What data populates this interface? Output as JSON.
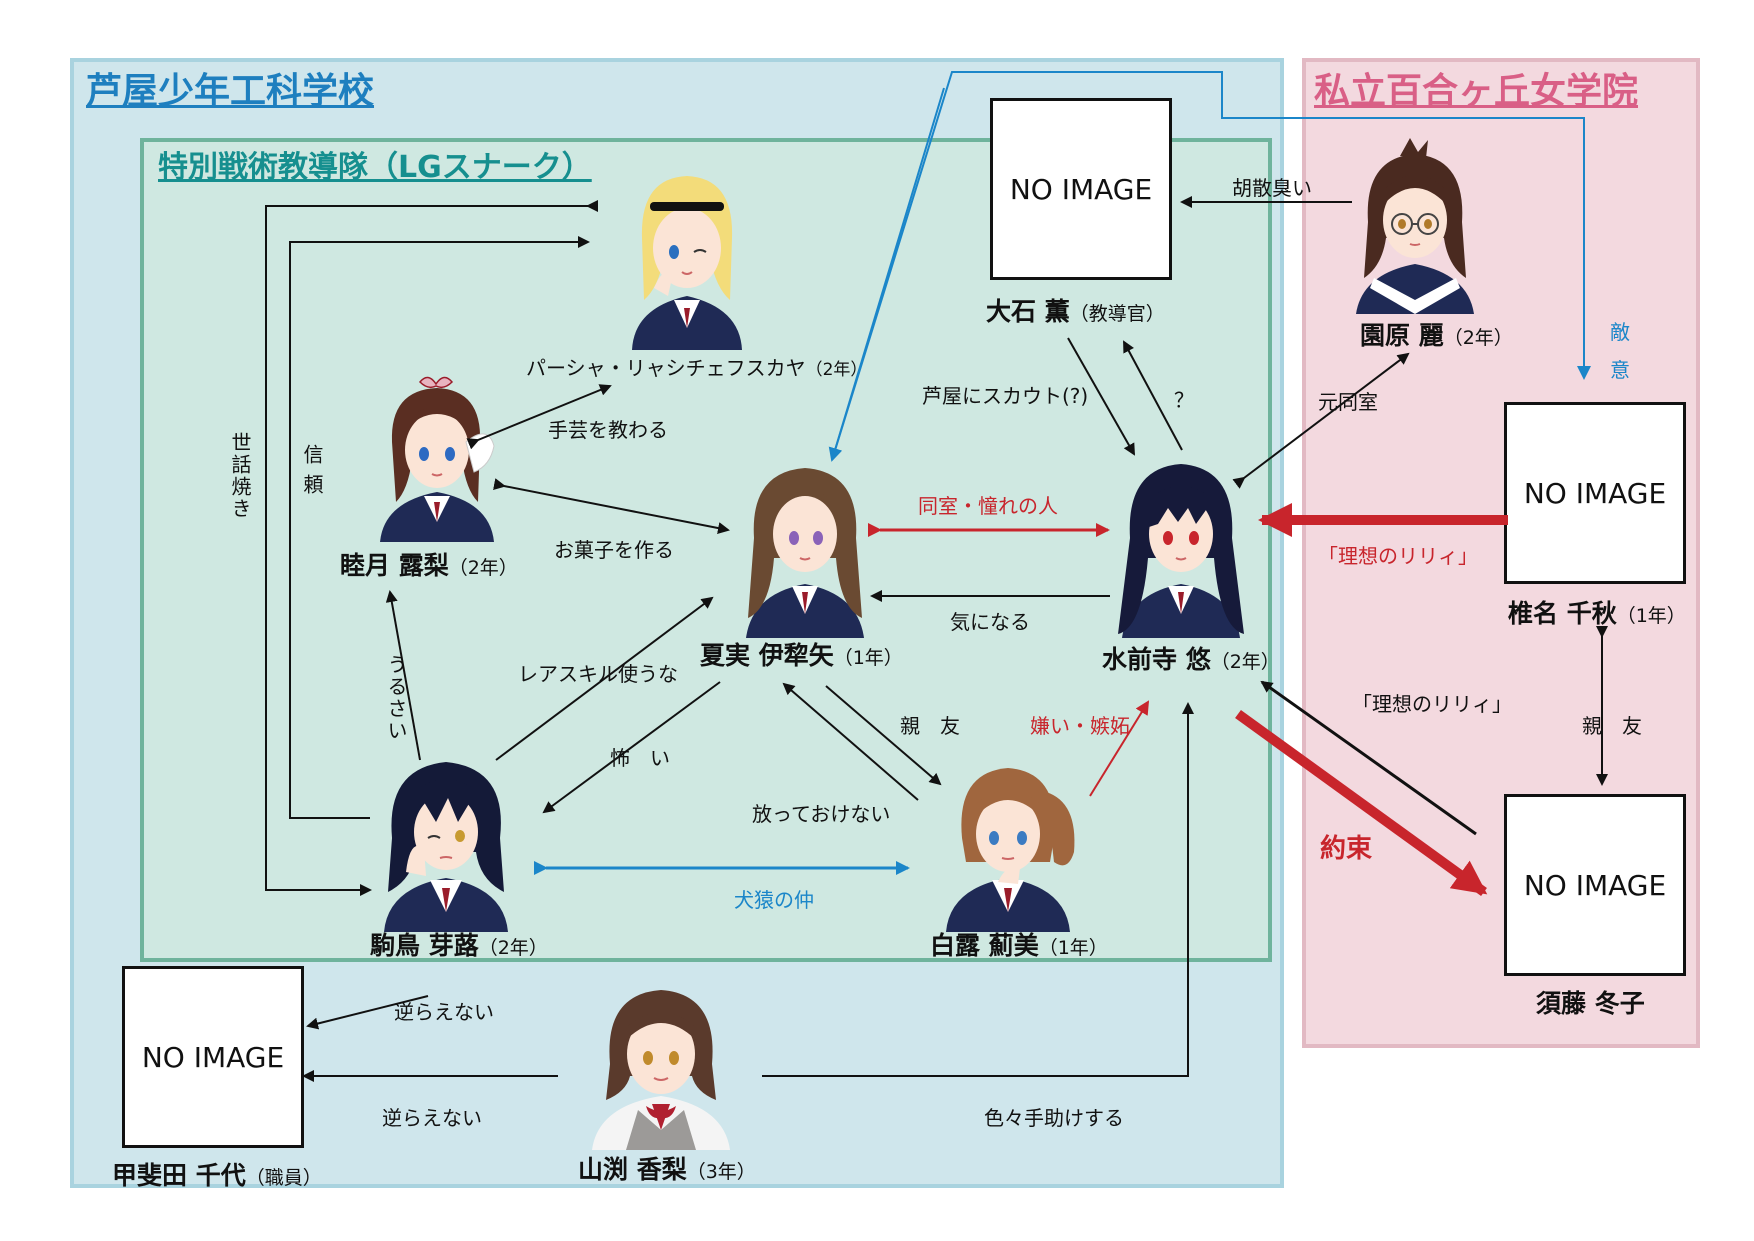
{
  "regions": {
    "school": "芦屋少年工科学校",
    "rival": "私立百合ヶ丘女学院",
    "unit": "特別戦術教導隊（LGスナーク）"
  },
  "no_image": "NO IMAGE",
  "characters": {
    "oishi": {
      "name": "大石 薫",
      "sub": "（教導官）"
    },
    "sonohara": {
      "name": "園原 麗",
      "sub": "（2年）"
    },
    "pasha": {
      "name": "パーシャ・リャシチェフスカヤ",
      "sub": "（2年）"
    },
    "mutsuki": {
      "name": "睦月 露梨",
      "sub": "（2年）"
    },
    "natsumi": {
      "name": "夏実 伊犂矢",
      "sub": "（1年）"
    },
    "mizenji": {
      "name": "水前寺 悠",
      "sub": "（2年）"
    },
    "shiina": {
      "name": "椎名 千秋",
      "sub": "（1年）"
    },
    "komadori": {
      "name": "駒鳥 芽蕗",
      "sub": "（2年）"
    },
    "shiratsuyu": {
      "name": "白露 薊美",
      "sub": "（1年）"
    },
    "sudo": {
      "name": "須藤 冬子",
      "sub": ""
    },
    "kaida": {
      "name": "甲斐田 千代",
      "sub": "（職員）"
    },
    "yamabuchi": {
      "name": "山渕 香梨",
      "sub": "（3年）"
    }
  },
  "relations": {
    "usankusai": "胡散臭い",
    "scout": "芦屋にスカウト(?)",
    "question": "？",
    "moto_doushitsu": "元同室",
    "teki": "敵",
    "i": "意",
    "sewayaki": "世話焼き",
    "shinrai": "信頼",
    "shugei": "手芸を教わる",
    "okashi": "お菓子を作る",
    "doushitsu": "同室・憧れの人",
    "kininaru": "気になる",
    "risou1": "「理想のリリィ」",
    "risou2": "「理想のリリィ」",
    "urusai": "うるさい",
    "rare_skill": "レアスキル使うな",
    "kowai": "怖　い",
    "shinyu1": "親　友",
    "hotte": "放っておけない",
    "kirai": "嫌い・嫉妬",
    "yakusoku": "約束",
    "shinyu2": "親　友",
    "kenen": "犬猿の仲",
    "sakaraenai1": "逆らえない",
    "sakaraenai2": "逆らえない",
    "iroiro": "色々手助けする"
  },
  "colors": {
    "black": "#111111",
    "red": "#c8252c",
    "blue": "#1b86c9",
    "uniform": "#1f2a55"
  }
}
